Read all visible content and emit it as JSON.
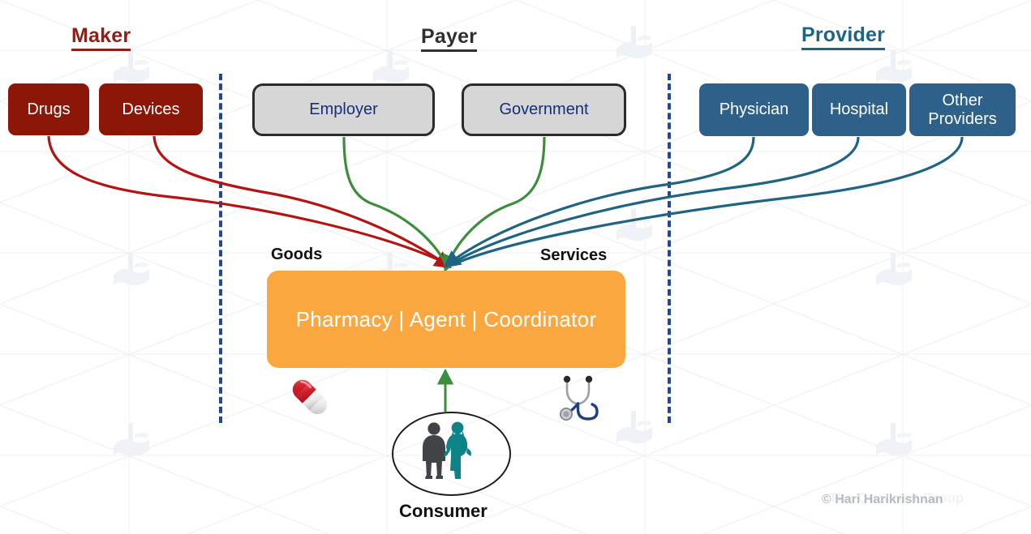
{
  "columns": [
    {
      "key": "maker",
      "title": "Maker",
      "color": "#8E2019"
    },
    {
      "key": "payer",
      "title": "Payer",
      "color": "#2F2F2F"
    },
    {
      "key": "provider",
      "title": "Provider",
      "color": "#1F6482"
    }
  ],
  "nodes": {
    "maker": [
      {
        "label": "Drugs"
      },
      {
        "label": "Devices"
      }
    ],
    "payer": [
      {
        "label": "Employer"
      },
      {
        "label": "Government"
      }
    ],
    "provider": [
      {
        "label": "Physician"
      },
      {
        "label": "Hospital"
      },
      {
        "label": "Other Providers"
      }
    ]
  },
  "hub": {
    "label": "Pharmacy | Agent | Coordinator",
    "color": "#FBA740"
  },
  "side_labels": {
    "goods": "Goods",
    "services": "Services"
  },
  "consumer": {
    "label": "Consumer"
  },
  "icons": {
    "pill": "pill-capsule-icon",
    "stethoscope": "stethoscope-icon",
    "consumer_figures": "two-people-icon"
  },
  "dividers": {
    "color": "#21479B",
    "count": 2
  },
  "flows": {
    "maker_color": "#B31515",
    "payer_color": "#3C8E3C",
    "provider_color": "#1F6482",
    "consumer_color": "#3C8E3C",
    "maker_count": 2,
    "payer_count": 2,
    "provider_count": 3
  },
  "copyright": "© Hari Harikrishnan"
}
